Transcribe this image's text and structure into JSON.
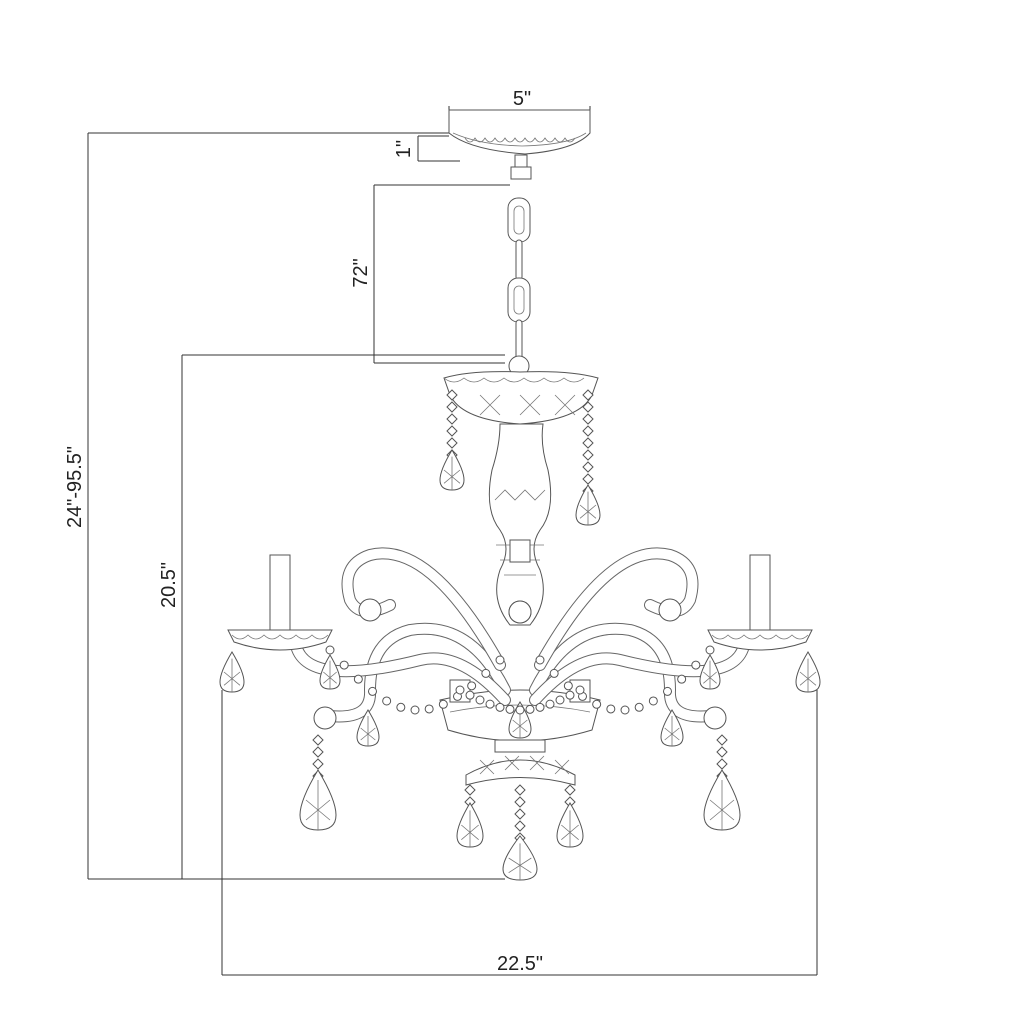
{
  "dimensions": {
    "canopy_width": "5\"",
    "canopy_height": "1\"",
    "chain_length": "72\"",
    "overall_height": "24\"-95.5\"",
    "body_height": "20.5\"",
    "body_width": "22.5\""
  },
  "colors": {
    "line": "#333333",
    "drawing": "#555555",
    "background": "#ffffff"
  }
}
